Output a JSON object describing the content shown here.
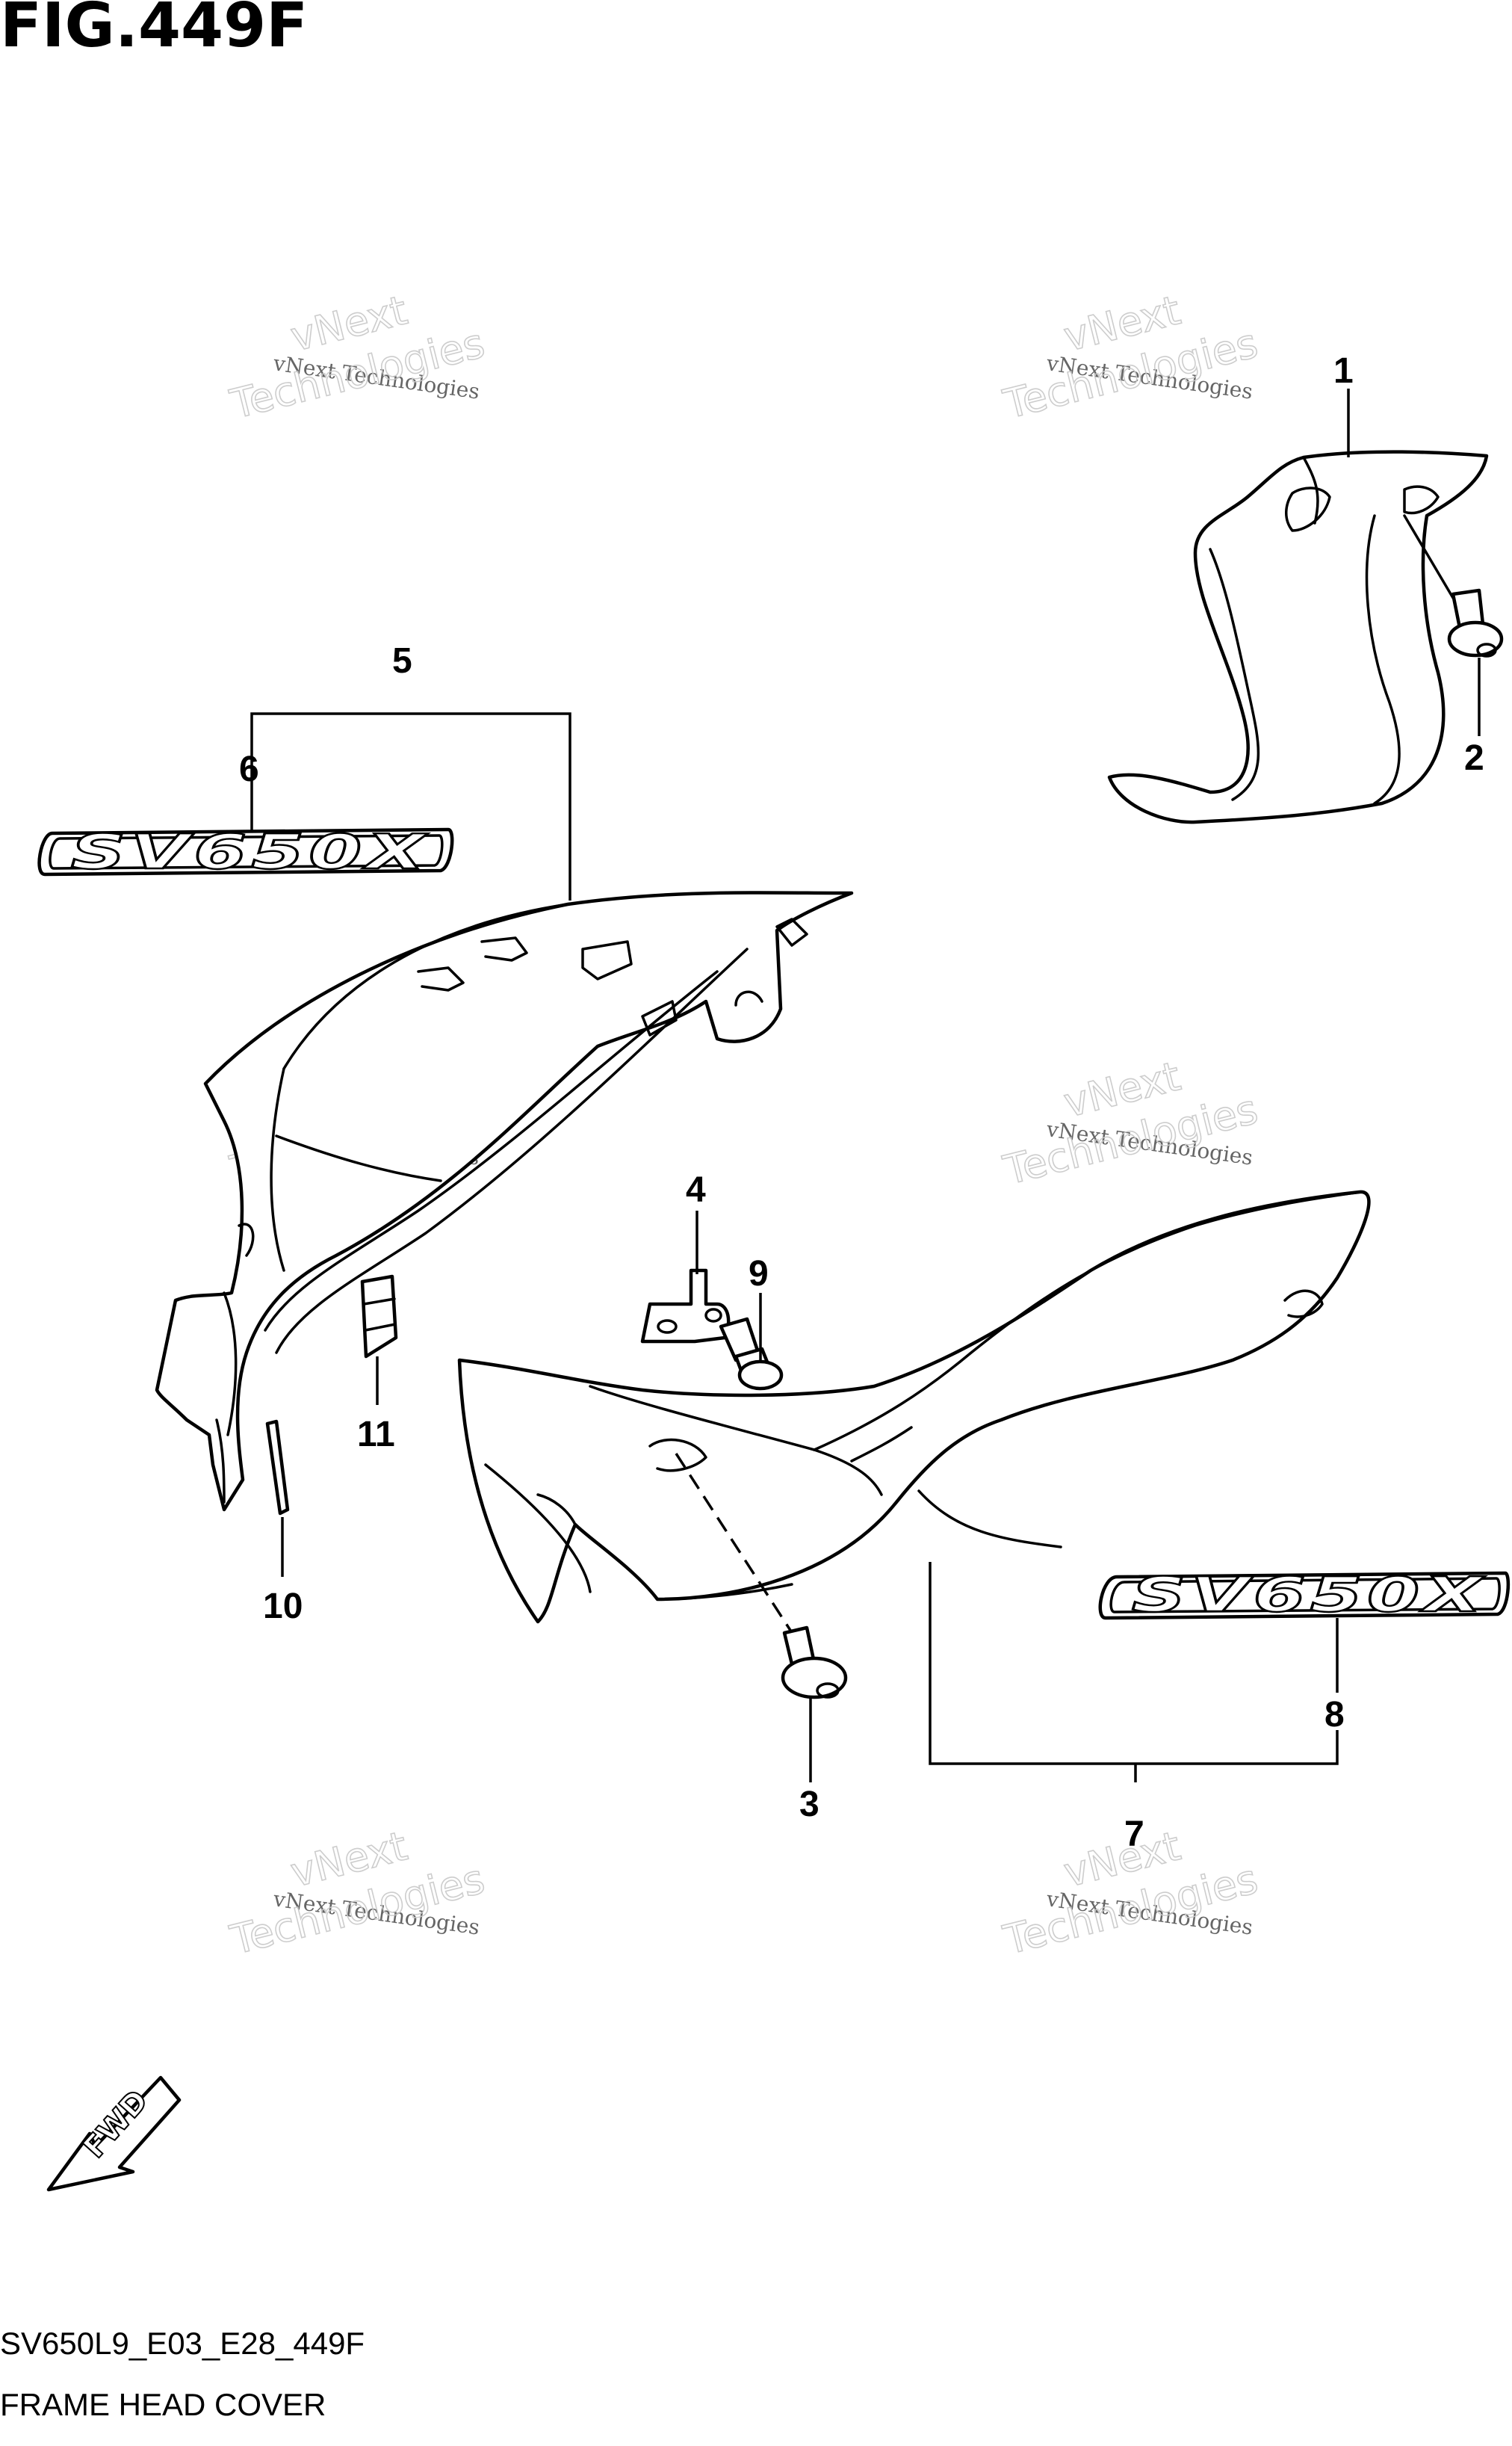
{
  "figure": {
    "title": "FIG.449F",
    "code": "SV650L9_E03_E28_449F",
    "name": "FRAME HEAD COVER"
  },
  "watermark": {
    "line1": "vNext Technologies",
    "line2": "vNext",
    "line3": "Technologies"
  },
  "emblem_text": "SV650X",
  "fwd_label": "FWD",
  "callouts": {
    "c1": "1",
    "c2": "2",
    "c3": "3",
    "c4": "4",
    "c5": "5",
    "c6": "6",
    "c7": "7",
    "c8": "8",
    "c9": "9",
    "c10": "10",
    "c11": "11"
  },
  "colors": {
    "line": "#000000",
    "background": "#ffffff",
    "watermark": "#c8c8c8"
  }
}
